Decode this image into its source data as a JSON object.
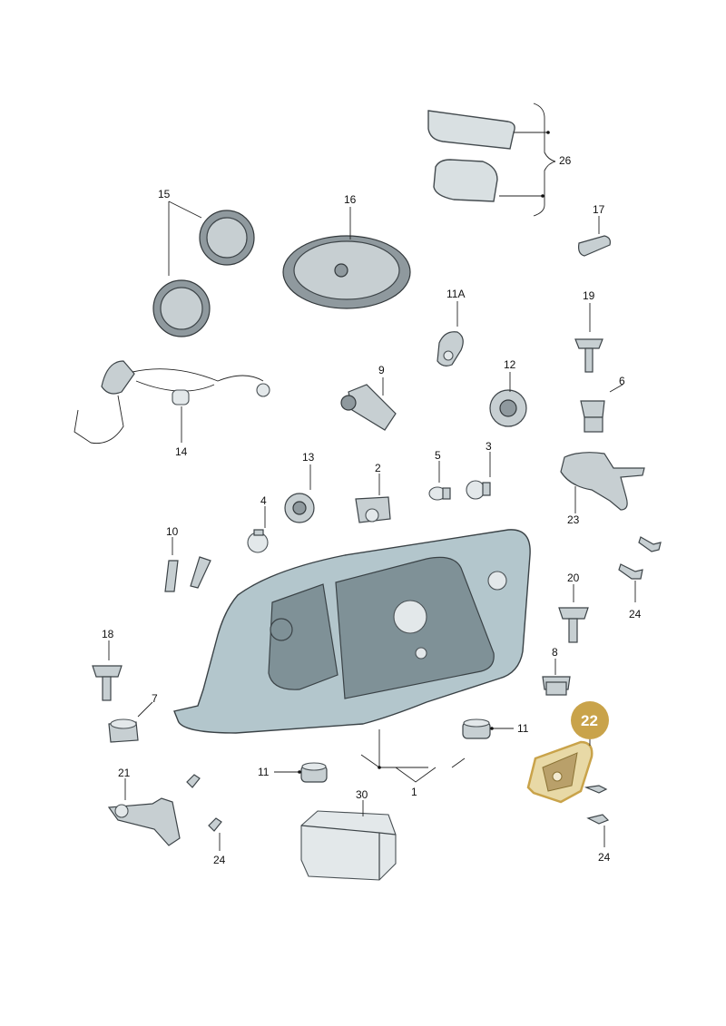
{
  "labels": {
    "l1": "1",
    "l2": "2",
    "l3": "3",
    "l4": "4",
    "l5": "5",
    "l6": "6",
    "l7": "7",
    "l8": "8",
    "l9": "9",
    "l10": "10",
    "l11a": "11",
    "l11b": "11",
    "l11A": "11A",
    "l12": "12",
    "l13": "13",
    "l14": "14",
    "l15": "15",
    "l16": "16",
    "l17": "17",
    "l18": "18",
    "l19": "19",
    "l20": "20",
    "l21": "21",
    "l23": "23",
    "l24a": "24",
    "l24b": "24",
    "l24c": "24",
    "l26": "26",
    "l30": "30"
  },
  "highlight": {
    "part": "22",
    "color": "#c9a34a"
  }
}
